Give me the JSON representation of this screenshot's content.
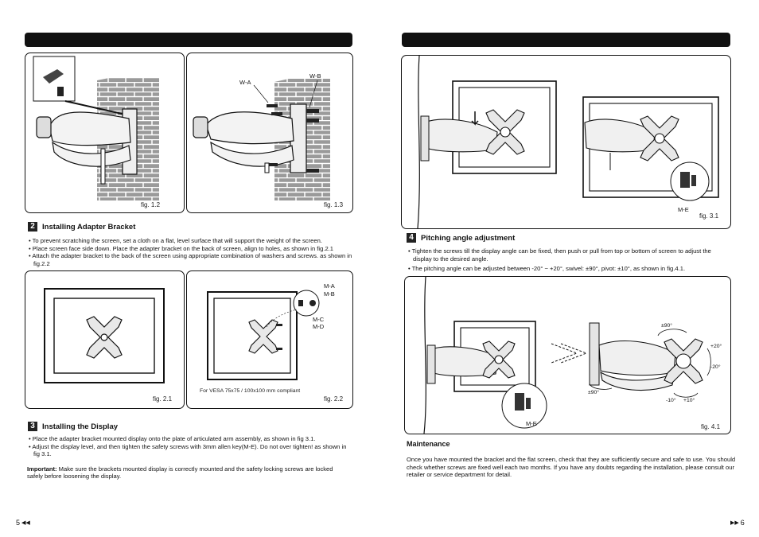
{
  "left_page": {
    "figures": {
      "fig_1_2": "fig. 1.2",
      "fig_1_3": "fig. 1.3",
      "fig_2_1": "fig. 2.1",
      "fig_2_2": "fig. 2.2",
      "label_wa": "W-A",
      "label_wb": "W-B",
      "label_ma": "M-A",
      "label_mb": "M-B",
      "label_mc": "M-C",
      "label_md": "M-D",
      "vesa_note": "For VESA 75x75 / 100x100 mm compliant"
    },
    "section2": {
      "number": "2",
      "title": "Installing Adapter Bracket",
      "bullets": [
        "• To prevent scratching the screen, set a cloth on a flat, level surface that will support the weight of the screen.",
        "• Place screen face side down. Place the adapter bracket  on the back of screen, align to holes, as shown in fig.2.1",
        "• Attach the adapter bracket to the back of the  screen using appropriate combination of washers and screws. as shown in fig.2.2"
      ]
    },
    "section3": {
      "number": "3",
      "title": "Installing  the  Display",
      "bullets": [
        "• Place the adapter bracket mounted display onto the plate of articulated arm assembly, as shown in fig 3.1.",
        "• Adjust the display level, and then tighten the safety screws with 3mm allen key(M-E). Do not over tighten! as shown in fig 3.1."
      ],
      "important_label": "Important:",
      "important_text": " Make sure the brackets mounted display is correctly mounted and the safety locking screws are locked safely before loosening the display."
    },
    "page_number": "5"
  },
  "right_page": {
    "figures": {
      "fig_3_1": "fig. 3.1",
      "fig_4_1": "fig. 4.1",
      "label_me_1": "M-E",
      "label_me_2": "M-E",
      "swivel_1": "±90°",
      "swivel_2": "±90°",
      "pitch_up": "+20°",
      "pitch_down": "-20°",
      "pivot_minus": "-10°",
      "pivot_plus": "+10°"
    },
    "section4": {
      "number": "4",
      "title": "Pitching angle adjustment",
      "bullets": [
        "• Tighten the screws till the display angle can be fixed, then push or pull from top or bottom of screen to adjust the display to the desired angle.",
        "• The pitching angle can be adjusted between -20° ~ +20°, swivel: ±90°, pivot: ±10°, as shown in fig.4.1."
      ]
    },
    "maintenance": {
      "title": "Maintenance",
      "text": "Once you have mounted the bracket and the flat screen, check that they are sufficiently secure and safe to use. You should check whether screws are fixed well each two months. If you have any doubts regarding the installation, please consult our retailer or service department for detail."
    },
    "page_number": "6"
  },
  "colors": {
    "ink": "#111111",
    "brick": "#9a9a9a",
    "mortar": "#ffffff"
  }
}
